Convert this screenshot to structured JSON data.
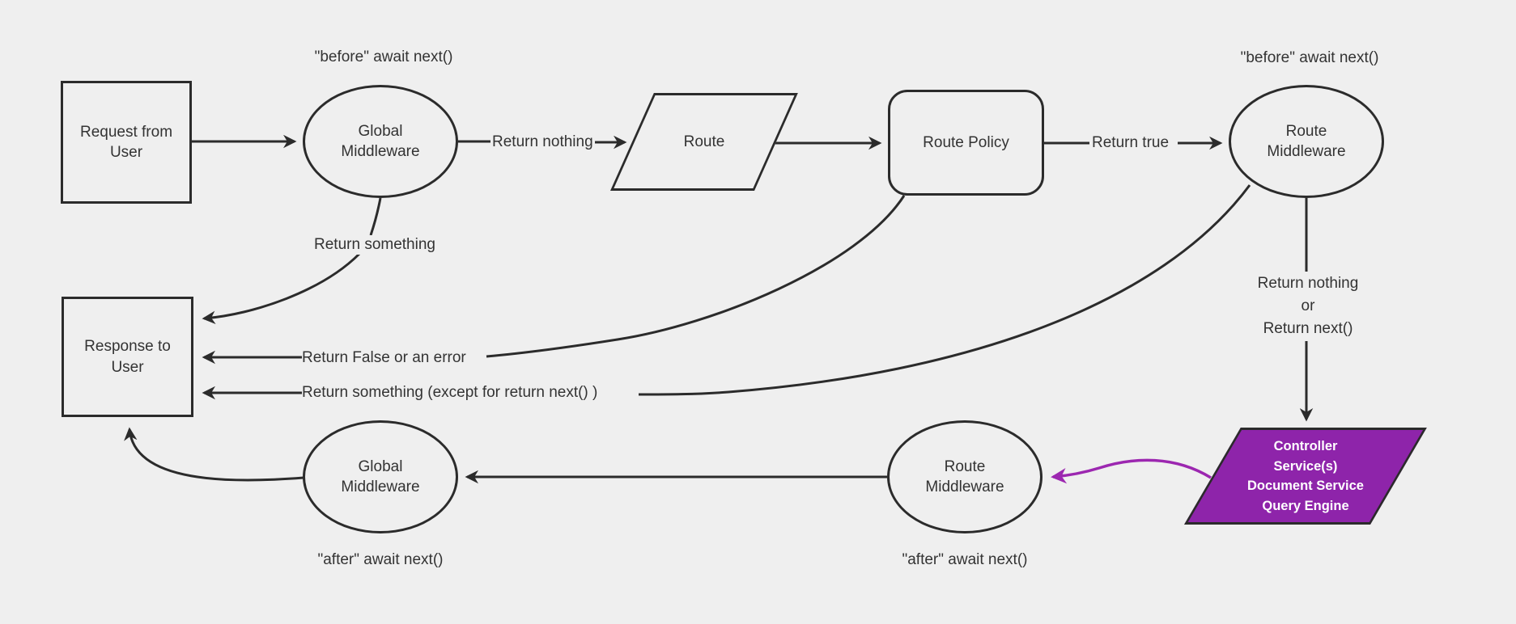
{
  "colors": {
    "background": "#efefef",
    "line": "#2b2b2b",
    "text": "#333333",
    "purple_fill": "#8E24AA",
    "purple_arrow": "#9C27B0",
    "purple_text": "#ffffff"
  },
  "nodes": {
    "request": {
      "label": "Request from User"
    },
    "global_middleware_top": {
      "label": "Global Middleware"
    },
    "route": {
      "label": "Route"
    },
    "route_policy": {
      "label": "Route Policy"
    },
    "route_middleware_top": {
      "label": "Route Middleware"
    },
    "response": {
      "label": "Response to User"
    },
    "route_middleware_bottom": {
      "label": "Route Middleware"
    },
    "global_middleware_bottom": {
      "label": "Global Middleware"
    },
    "controller": {
      "lines": [
        "Controller",
        "Service(s)",
        "Document Service",
        "Query Engine"
      ]
    }
  },
  "annotations": {
    "before_global": "\"before\" await next()",
    "before_route": "\"before\" await next()",
    "after_route": "\"after\" await next()",
    "after_global": "\"after\" await next()"
  },
  "edge_labels": {
    "return_nothing": "Return nothing",
    "return_true": "Return true",
    "return_something": "Return something",
    "return_false": "Return False or an error",
    "return_something_except": "Return something (except for return next() )",
    "return_nothing_or": [
      "Return nothing",
      "or",
      "Return next()"
    ]
  }
}
